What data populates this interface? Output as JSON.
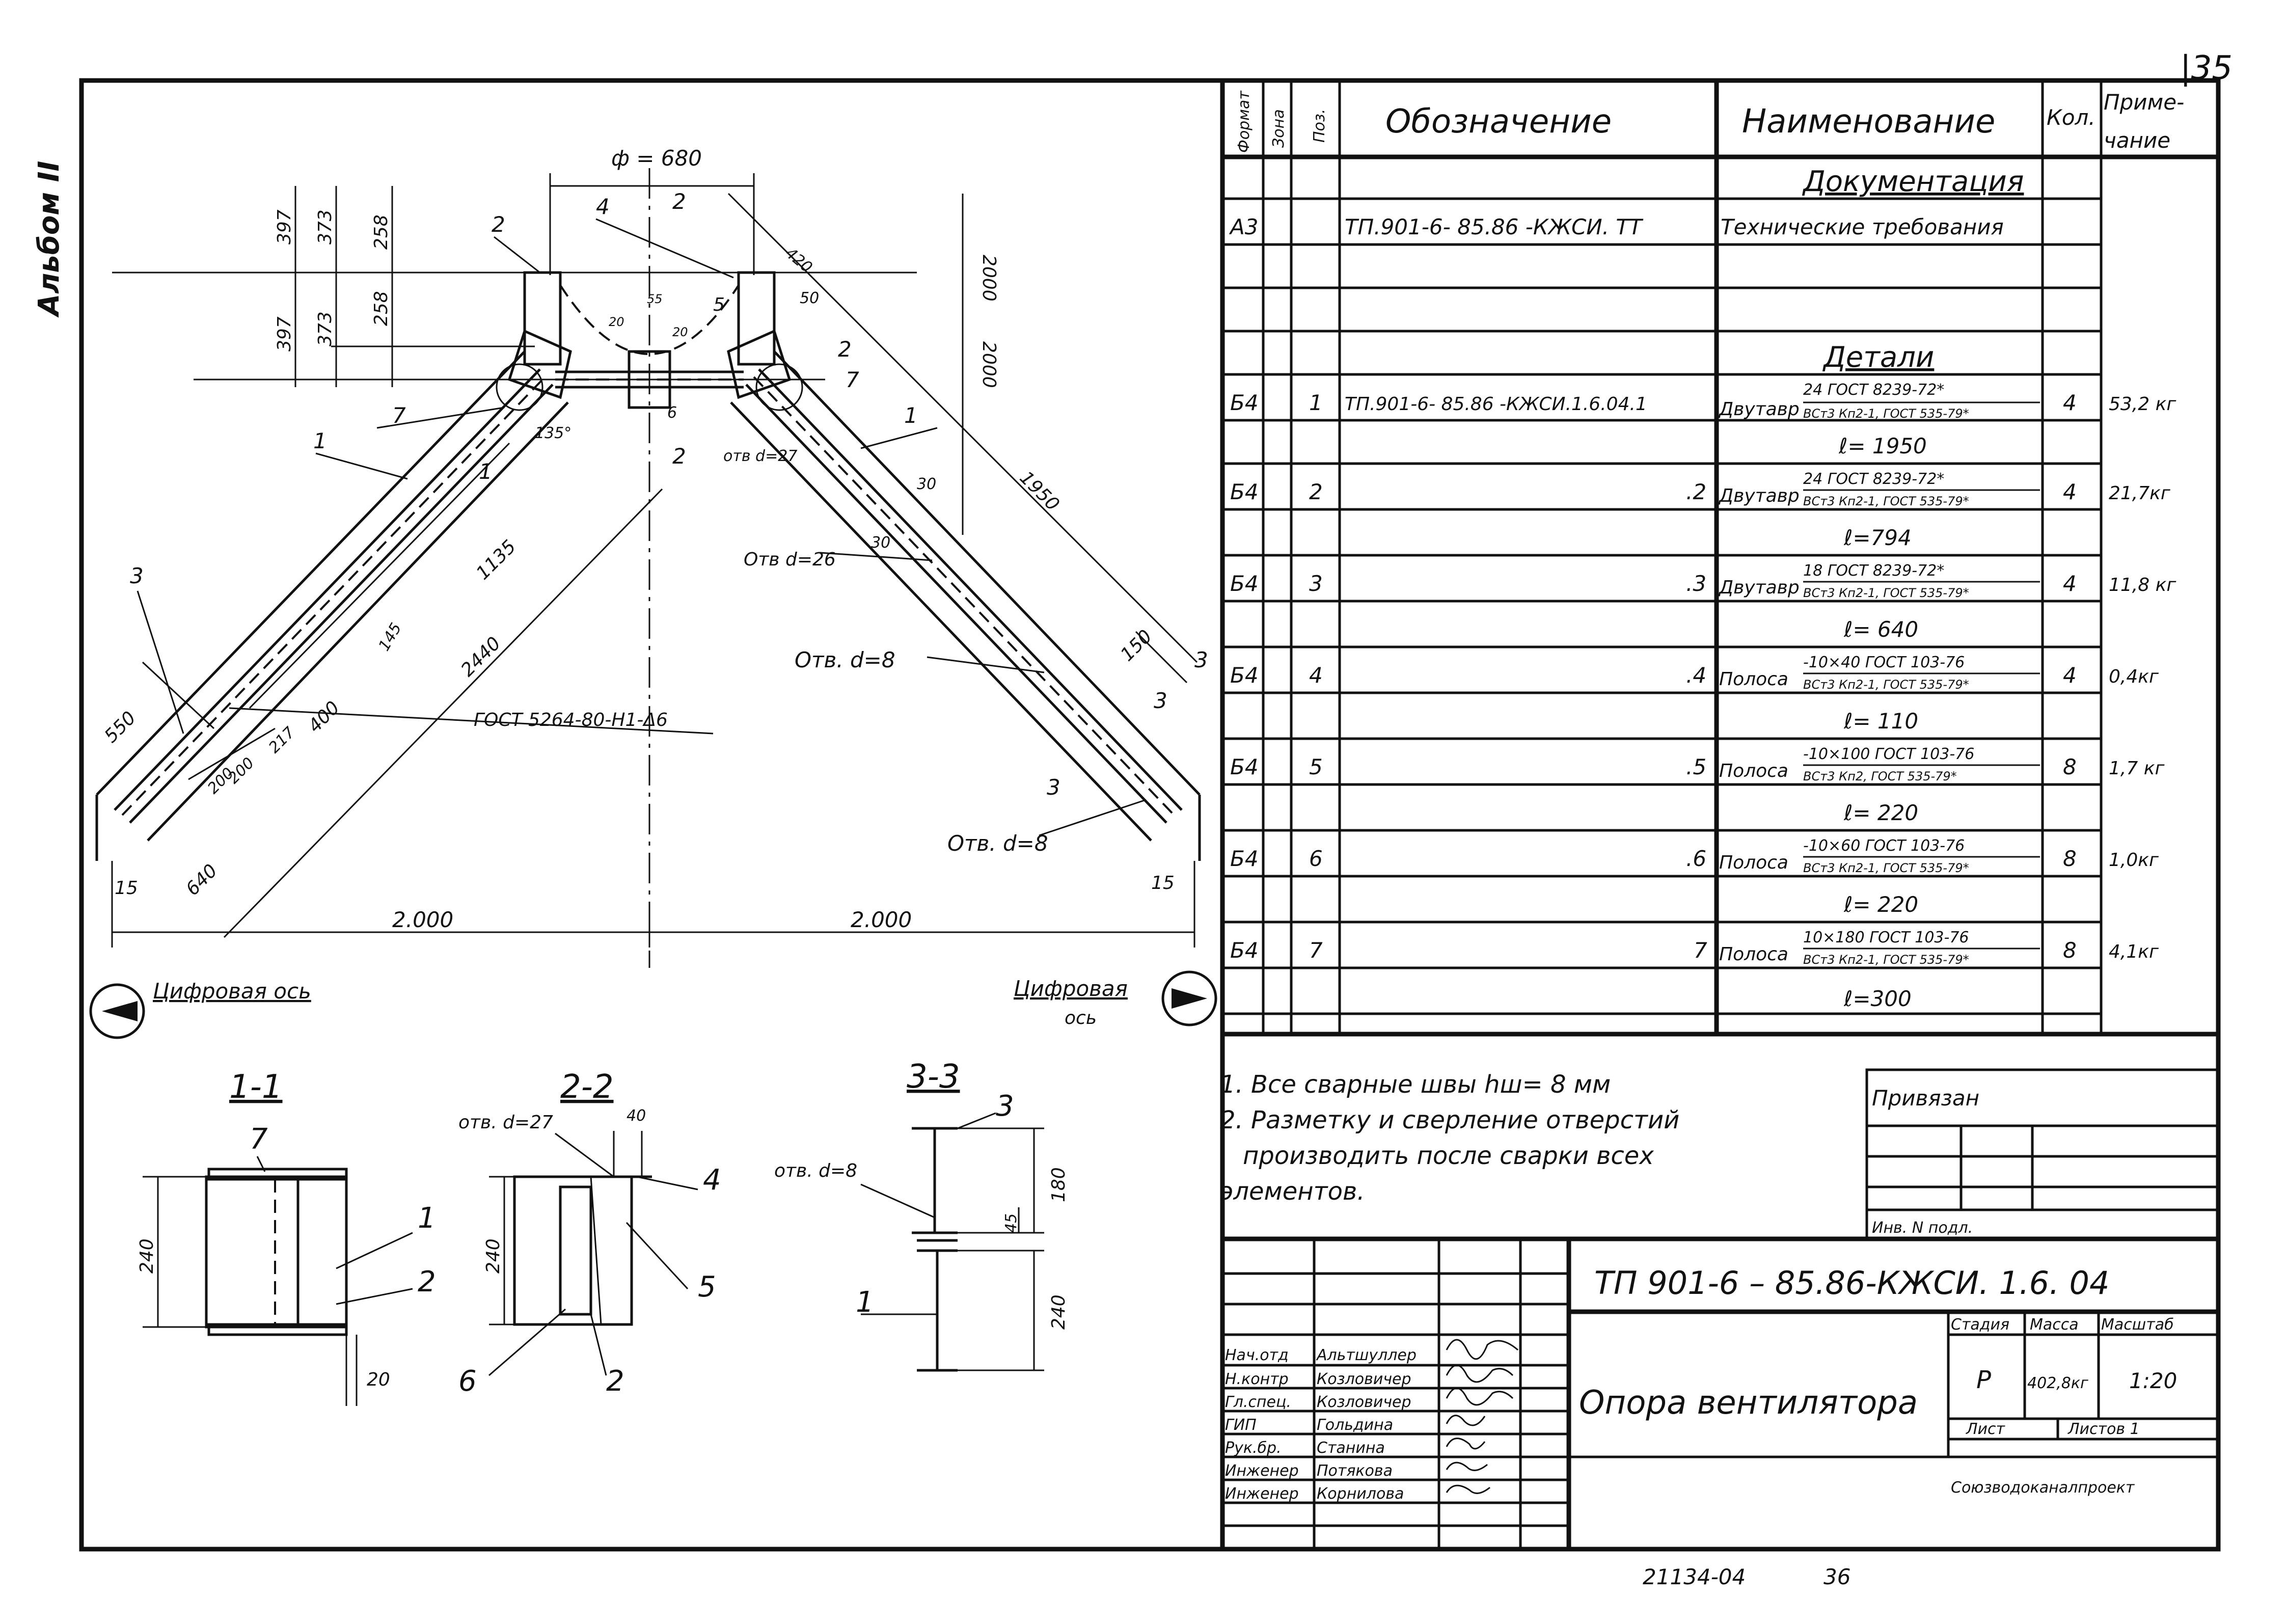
{
  "sheet": {
    "page_number": "|35",
    "side_stamp": "Альбом II",
    "doc_code": "ТП 901-6 – 85.86-КЖСИ. 1.6. 04",
    "title": "Опора вентилятора",
    "stage_label": "Стадия",
    "mass_label": "Масса",
    "scale_label": "Масштаб",
    "stage": "Р",
    "mass": "402,8кг",
    "scale": "1:20",
    "sheet_label": "Лист",
    "sheets_label": "Листов 1",
    "org": "Союзводоканалпроект",
    "bound_label": "Привязан",
    "inv_label": "Инв. N подл.",
    "footer_code": "21134-04",
    "footer_num": "36",
    "signatures": [
      {
        "role": "Нач.отд",
        "name": "Альтшуллер"
      },
      {
        "role": "Н.контр",
        "name": "Козловичер"
      },
      {
        "role": "Гл.спец.",
        "name": "Козловичер"
      },
      {
        "role": "ГИП",
        "name": "Гольдина"
      },
      {
        "role": "Рук.бр.",
        "name": "Станина"
      },
      {
        "role": "Инженер",
        "name": "Потякова"
      },
      {
        "role": "Инженер",
        "name": "Корнилова"
      }
    ]
  },
  "spec": {
    "headers": {
      "format": "Формат",
      "zone": "Зона",
      "pos": "Поз.",
      "designation": "Обозначение",
      "name": "Наименование",
      "qty": "Кол.",
      "note": "Приме-",
      "note2": "чание"
    },
    "section_docs": "Документация",
    "section_details": "Детали",
    "rows": [
      {
        "fmt": "А3",
        "pos": "",
        "des": "ТП.901-6- 85.86 -КЖСИ. ТТ",
        "name": "Технические требования",
        "sub": "",
        "qty": "",
        "note": ""
      },
      {
        "fmt": "Б4",
        "pos": "1",
        "des": "ТП.901-6- 85.86 -КЖСИ.1.6.04.1",
        "name": "Двутавр",
        "top": "24 ГОСТ 8239-72*",
        "bot": "ВСт3 Кп2-1, ГОСТ 535-79*",
        "sub": "ℓ= 1950",
        "qty": "4",
        "note": "53,2 кг"
      },
      {
        "fmt": "Б4",
        "pos": "2",
        "des": ".2",
        "name": "Двутавр",
        "top": "24 ГОСТ 8239-72*",
        "bot": "ВСт3 Кп2-1, ГОСТ 535-79*",
        "sub": "ℓ=794",
        "qty": "4",
        "note": "21,7кг"
      },
      {
        "fmt": "Б4",
        "pos": "3",
        "des": ".3",
        "name": "Двутавр",
        "top": "18 ГОСТ 8239-72*",
        "bot": "ВСт3 Кп2-1, ГОСТ 535-79*",
        "sub": "ℓ= 640",
        "qty": "4",
        "note": "11,8 кг"
      },
      {
        "fmt": "Б4",
        "pos": "4",
        "des": ".4",
        "name": "Полоса",
        "top": "-10×40 ГОСТ 103-76",
        "bot": "ВСт3 Кп2-1, ГОСТ 535-79*",
        "sub": "ℓ= 110",
        "qty": "4",
        "note": "0,4кг"
      },
      {
        "fmt": "Б4",
        "pos": "5",
        "des": ".5",
        "name": "Полоса",
        "top": "-10×100 ГОСТ 103-76",
        "bot": "ВСт3 Кп2, ГОСТ 535-79*",
        "sub": "ℓ= 220",
        "qty": "8",
        "note": "1,7 кг"
      },
      {
        "fmt": "Б4",
        "pos": "6",
        "des": ".6",
        "name": "Полоса",
        "top": "-10×60 ГОСТ 103-76",
        "bot": "ВСт3 Кп2-1, ГОСТ 535-79*",
        "sub": "ℓ= 220",
        "qty": "8",
        "note": "1,0кг"
      },
      {
        "fmt": "Б4",
        "pos": "7",
        "des": "7",
        "name": "Полоса",
        "top": "10×180 ГОСТ 103-76",
        "bot": "ВСт3 Кп2-1, ГОСТ 535-79*",
        "sub": "ℓ=300",
        "qty": "8",
        "note": "4,1кг"
      }
    ]
  },
  "notes": [
    "1. Все сварные швы hш= 8 мм",
    "2. Разметку и сверление отверстий",
    "производить после сварки всех",
    "элементов."
  ],
  "drawing": {
    "axis_left": "Цифровая ось",
    "axis_right_1": "Цифровая",
    "axis_right_2": "ось",
    "phi": "ф = 680",
    "dims": {
      "d397a": "397",
      "d373a": "373",
      "d258a": "258",
      "d397b": "397",
      "d373b": "373",
      "d258b": "258",
      "d2000a": "2000",
      "d2000b": "2000",
      "d420": "420",
      "d1950": "1950",
      "d1135": "1135",
      "d2440": "2440",
      "d145": "145",
      "d400": "400",
      "d550": "550",
      "d200a": "200",
      "d200b": "200",
      "d217": "217",
      "d640": "640",
      "d15a": "15",
      "d15b": "15",
      "d2000c": "2.000",
      "d2000d": "2.000",
      "d150": "150",
      "d30a": "30",
      "d30b": "30",
      "d135": "135°",
      "d55": "55",
      "d20a": "20",
      "d20b": "20",
      "d50": "50"
    },
    "holes": {
      "h27": "отв d=27",
      "h26": "Отв d=26",
      "h8a": "Отв. d=8",
      "h8b": "Отв. d=8"
    },
    "gost_weld": "ГОСТ 5264-80-Н1-Δ6",
    "pos_marks": [
      "1",
      "2",
      "3",
      "4",
      "5",
      "6",
      "7"
    ],
    "cuts": {
      "c1": "1",
      "c2": "2",
      "c3": "3"
    }
  },
  "sections": {
    "s11": {
      "title": "1-1",
      "d240": "240",
      "d20": "20",
      "p7": "7",
      "p1": "1",
      "p2": "2"
    },
    "s22": {
      "title": "2-2",
      "hole": "отв. d=27",
      "d40": "40",
      "d240": "240",
      "p4": "4",
      "p5": "5",
      "p6": "6",
      "p2": "2"
    },
    "s33": {
      "title": "3-3",
      "hole": "отв. d=8",
      "d180": "180",
      "d45": "45",
      "d240": "240",
      "p3": "3",
      "p1": "1"
    }
  }
}
